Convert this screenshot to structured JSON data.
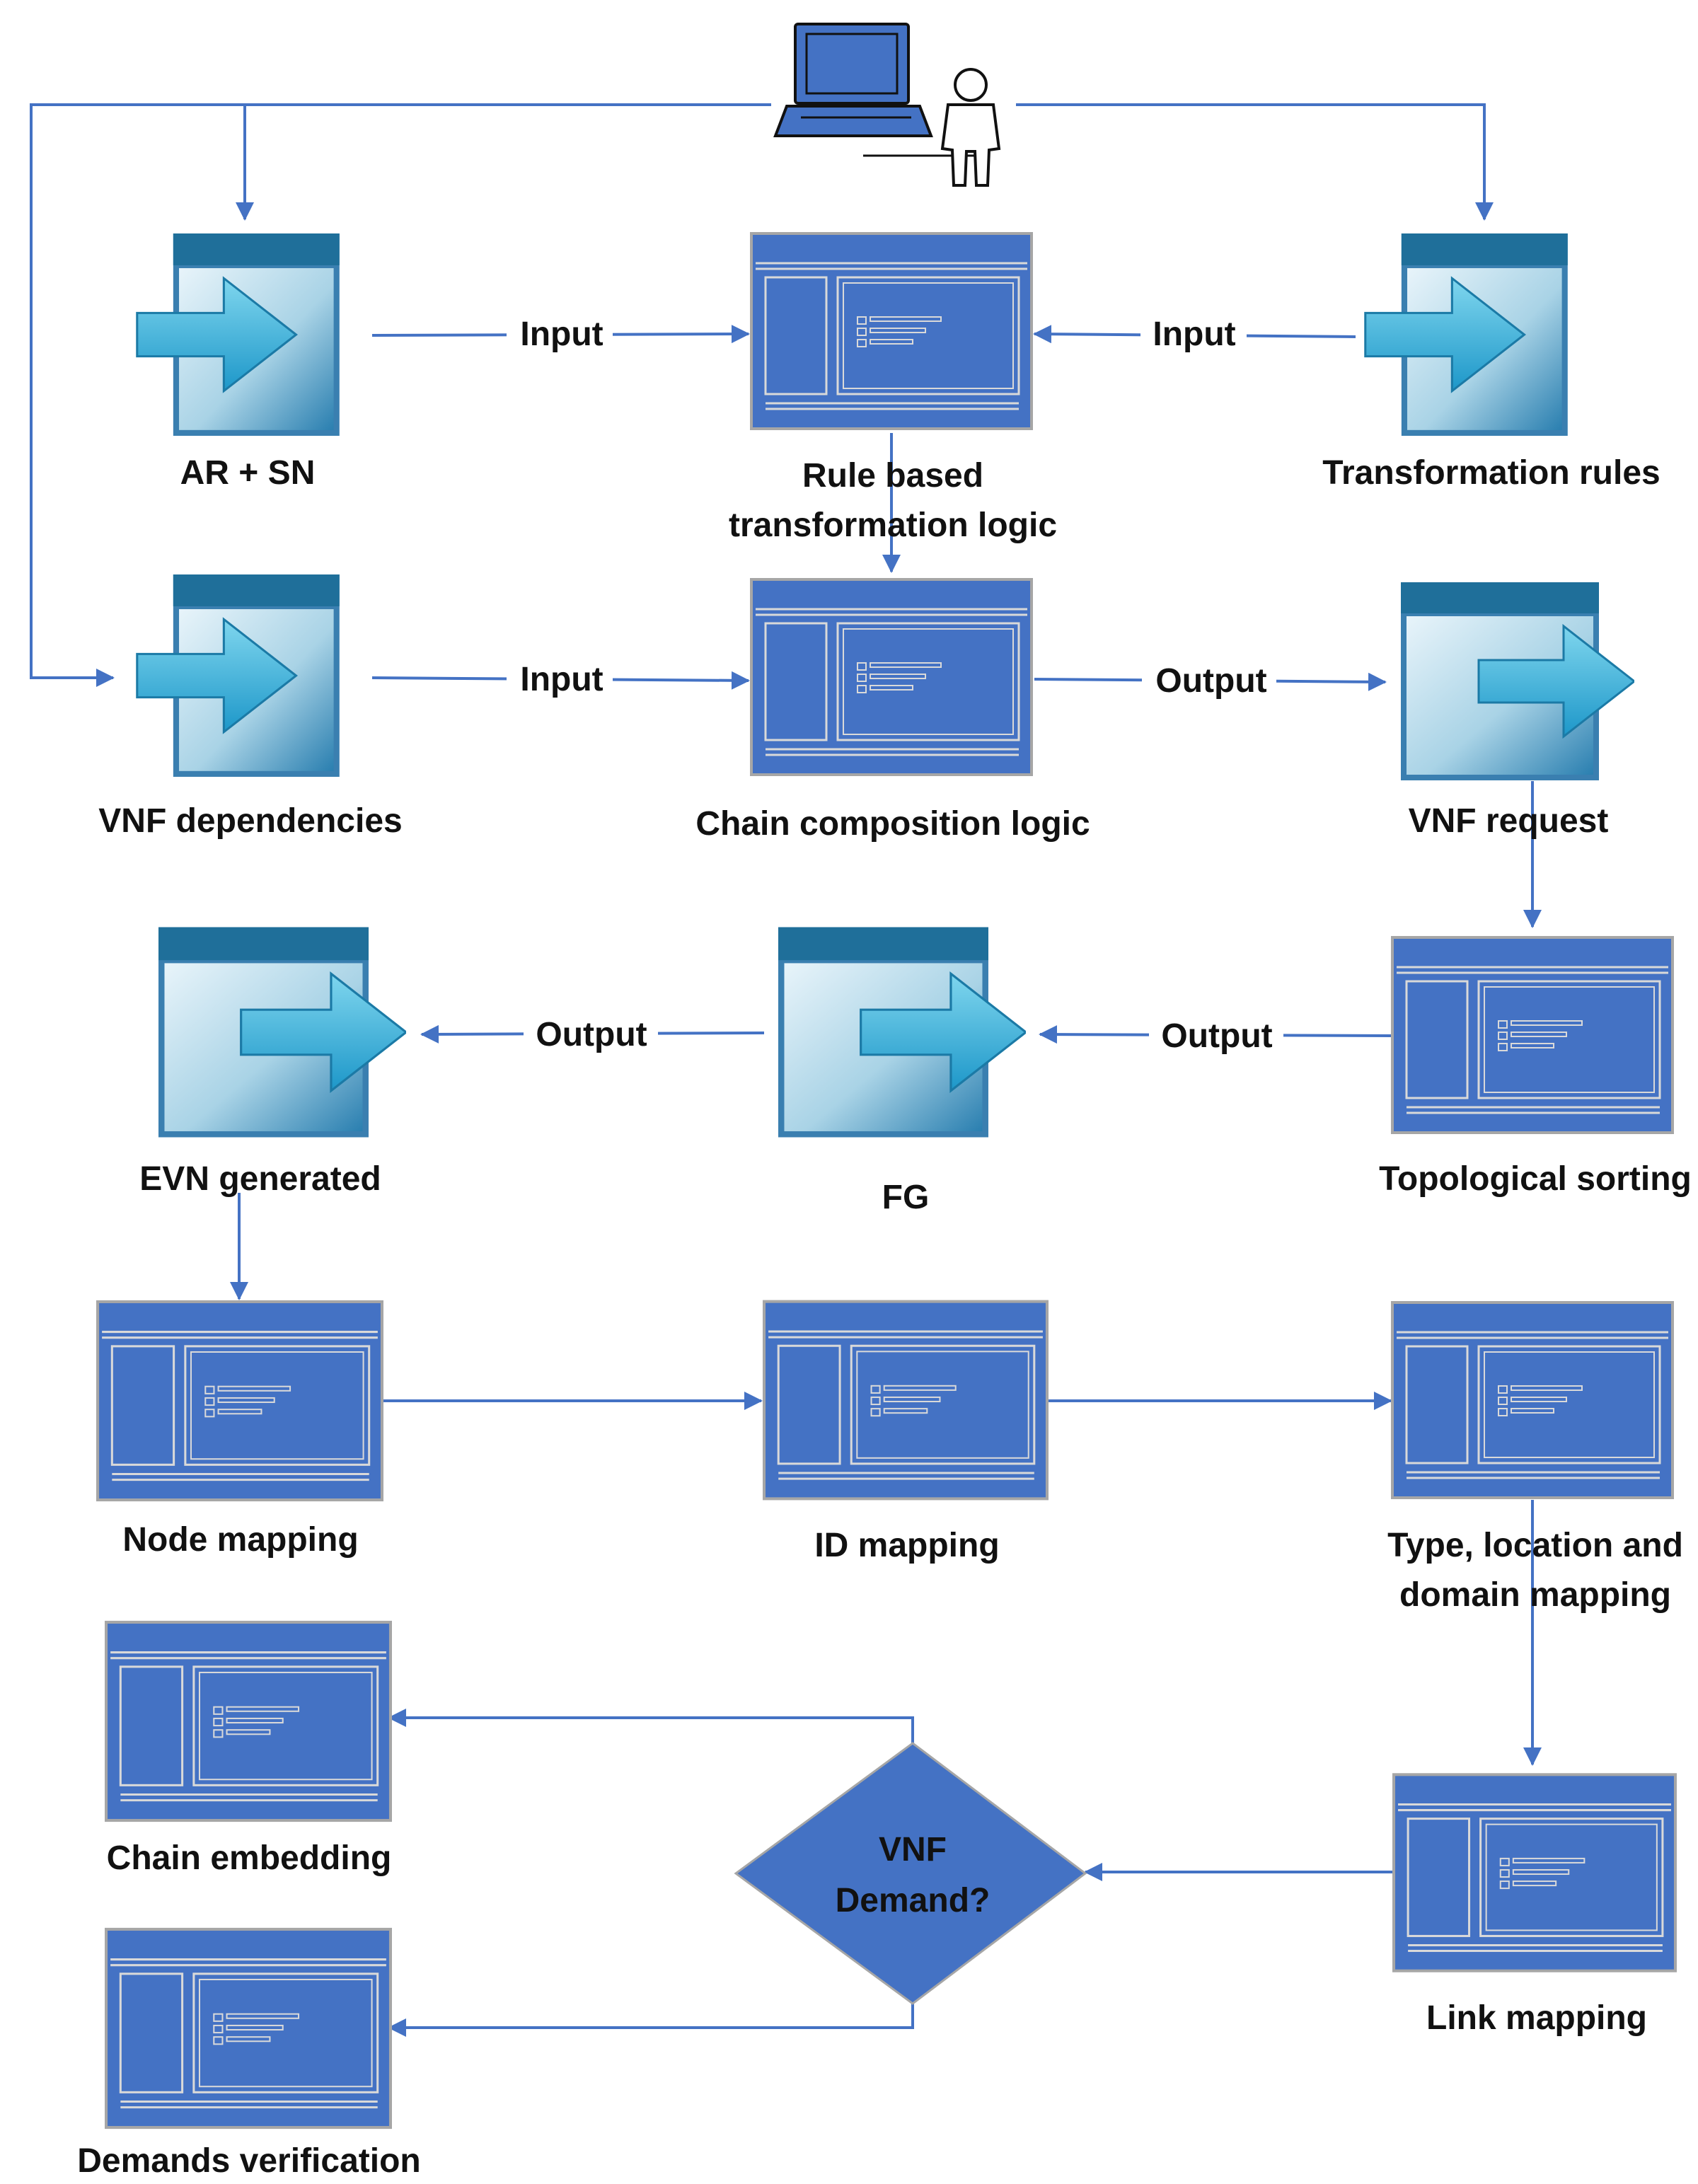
{
  "colors": {
    "line": "#4472C4",
    "box_fill": "#4472C4",
    "box_border": "#a6a6a6",
    "inner_line": "#d9d9d9",
    "diamond_fill": "#4472C4",
    "text": "#111111",
    "diamond_text": "#111111"
  },
  "icons": {
    "user": "laptop-user-icon",
    "data": "data-arrow-window-icon",
    "process": "application-window-icon"
  },
  "edge_labels": {
    "input1": "Input",
    "input2": "Input",
    "input3": "Input",
    "output1": "Output",
    "output2": "Output",
    "output3": "Output"
  },
  "nodes": {
    "ar_sn": "AR + SN",
    "rule_logic_1": "Rule based",
    "rule_logic_2": "transformation logic",
    "transformation_rules": "Transformation rules",
    "vnf_dependencies": "VNF dependencies",
    "chain_composition": "Chain composition logic",
    "vnf_request": "VNF request",
    "evn_generated": "EVN generated",
    "fg": "FG",
    "topological_sorting": "Topological sorting",
    "node_mapping": "Node mapping",
    "id_mapping": "ID mapping",
    "type_mapping_1": "Type, location and",
    "type_mapping_2": "domain mapping",
    "chain_embedding": "Chain embedding",
    "demand_1": "VNF",
    "demand_2": "Demand?",
    "link_mapping": "Link mapping",
    "demands_verification": "Demands verification"
  }
}
